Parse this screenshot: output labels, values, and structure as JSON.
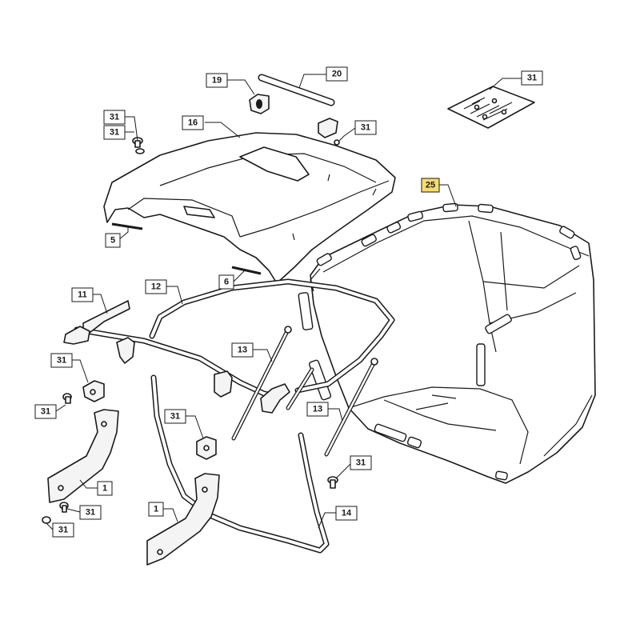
{
  "callouts": [
    {
      "id": "c20",
      "label": "20",
      "highlight": false
    },
    {
      "id": "c19",
      "label": "19",
      "highlight": false
    },
    {
      "id": "c31a",
      "label": "31",
      "highlight": false
    },
    {
      "id": "c31b",
      "label": "31",
      "highlight": false
    },
    {
      "id": "c31c",
      "label": "31",
      "highlight": false
    },
    {
      "id": "c16",
      "label": "16",
      "highlight": false
    },
    {
      "id": "c31d",
      "label": "31",
      "highlight": false
    },
    {
      "id": "c25",
      "label": "25",
      "highlight": true
    },
    {
      "id": "c5",
      "label": "5",
      "highlight": false
    },
    {
      "id": "c6",
      "label": "6",
      "highlight": false
    },
    {
      "id": "c11",
      "label": "11",
      "highlight": false
    },
    {
      "id": "c12",
      "label": "12",
      "highlight": false
    },
    {
      "id": "c31e",
      "label": "31",
      "highlight": false
    },
    {
      "id": "c13a",
      "label": "13",
      "highlight": false
    },
    {
      "id": "c31f",
      "label": "31",
      "highlight": false
    },
    {
      "id": "c31g",
      "label": "31",
      "highlight": false
    },
    {
      "id": "c13b",
      "label": "13",
      "highlight": false
    },
    {
      "id": "c1a",
      "label": "1",
      "highlight": false
    },
    {
      "id": "c31h",
      "label": "31",
      "highlight": false
    },
    {
      "id": "c31i",
      "label": "31",
      "highlight": false
    },
    {
      "id": "c31j",
      "label": "31",
      "highlight": false
    },
    {
      "id": "c1b",
      "label": "1",
      "highlight": false
    },
    {
      "id": "c14",
      "label": "14",
      "highlight": false
    }
  ],
  "colors": {
    "highlight": "#f7dc6f",
    "line": "#1a1a1a"
  }
}
